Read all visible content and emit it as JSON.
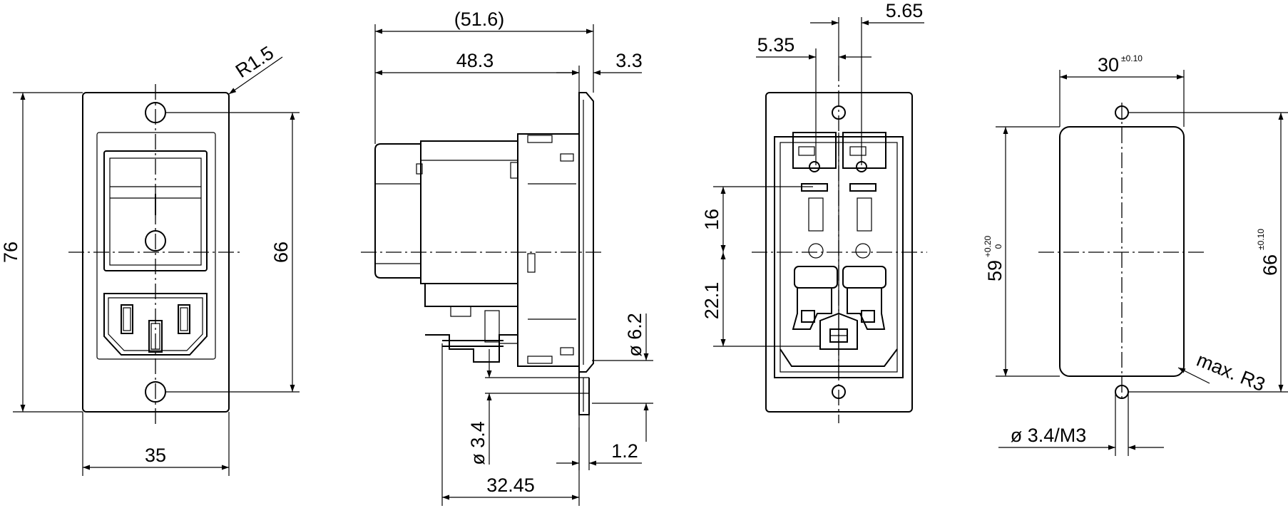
{
  "labels": {
    "front_height": "76",
    "front_width": "35",
    "front_hole_spacing": "66",
    "front_radius": "R1.5",
    "side_overall": "(51.6)",
    "side_body": "48.3",
    "side_flange": "3.3",
    "side_bump": "ø 6.2",
    "side_hole": "ø 3.4",
    "side_panel": "1.2",
    "side_pin": "32.45",
    "rear_left_offset": "5.35",
    "rear_right_offset": "5.65",
    "rear_upper": "16",
    "rear_lower": "22.1",
    "cut_width": "30",
    "cut_width_tol": "±0.10",
    "cut_height": "59",
    "cut_height_tol_upper": "+0.20",
    "cut_height_tol_lower": "0",
    "cut_hole_spacing": "66",
    "cut_hole_spacing_tol": "±0.10",
    "cut_radius": "max. R3",
    "cut_hole": "ø 3.4/M3"
  }
}
